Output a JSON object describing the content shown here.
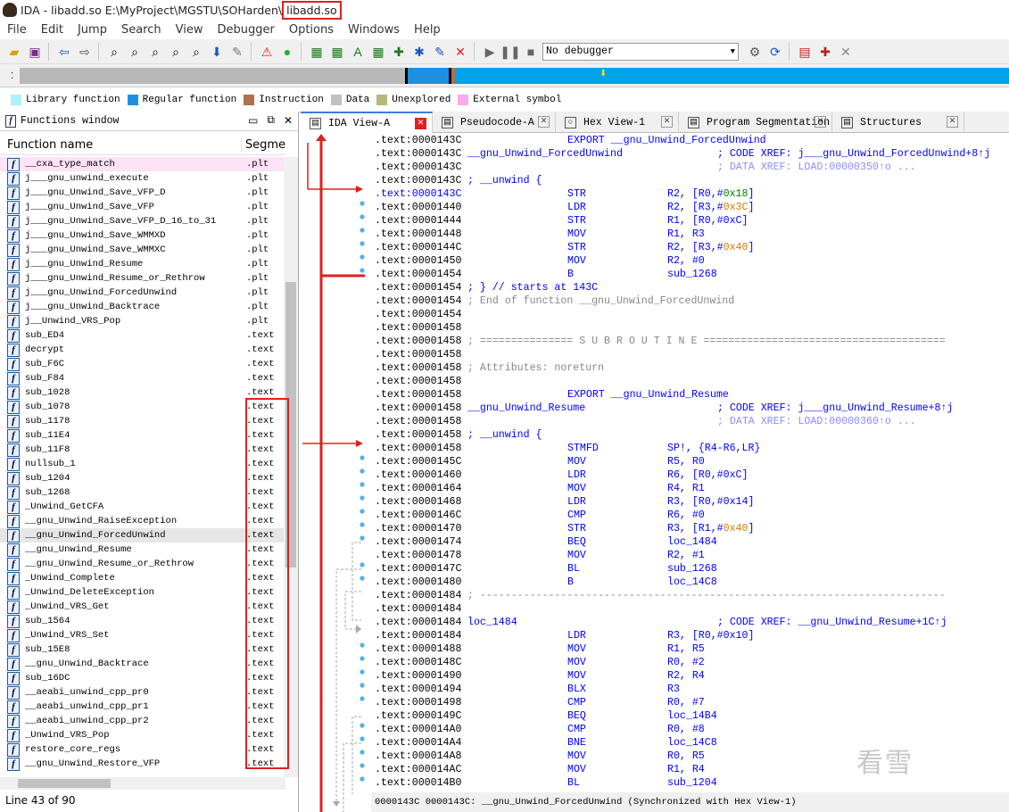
{
  "window": {
    "app": "IDA",
    "file": "libadd.so",
    "path": "E:\\MyProject\\MGSTU\\SOHarden\\",
    "path_file": "libadd.so"
  },
  "menu": [
    "File",
    "Edit",
    "Jump",
    "Search",
    "View",
    "Debugger",
    "Options",
    "Windows",
    "Help"
  ],
  "toolbar": {
    "debugger": "No debugger"
  },
  "legend": [
    {
      "label": "Library function",
      "color": "#aef0ff"
    },
    {
      "label": "Regular function",
      "color": "#1e90e0"
    },
    {
      "label": "Instruction",
      "color": "#b07050"
    },
    {
      "label": "Data",
      "color": "#c0c0c0"
    },
    {
      "label": "Unexplored",
      "color": "#b8b87a"
    },
    {
      "label": "External symbol",
      "color": "#ffa8f0"
    }
  ],
  "functions_window": {
    "title": "Functions window",
    "col_name": "Function name",
    "col_seg": "Segme",
    "status": "Line 43 of 90",
    "rows": [
      {
        "name": "__cxa_type_match",
        "seg": ".plt",
        "ext": true
      },
      {
        "name": "j___gnu_unwind_execute",
        "seg": ".plt"
      },
      {
        "name": "j___gnu_Unwind_Save_VFP_D",
        "seg": ".plt"
      },
      {
        "name": "j___gnu_Unwind_Save_VFP",
        "seg": ".plt"
      },
      {
        "name": "j___gnu_Unwind_Save_VFP_D_16_to_31",
        "seg": ".plt"
      },
      {
        "name": "j___gnu_Unwind_Save_WMMXD",
        "seg": ".plt"
      },
      {
        "name": "j___gnu_Unwind_Save_WMMXC",
        "seg": ".plt"
      },
      {
        "name": "j___gnu_Unwind_Resume",
        "seg": ".plt"
      },
      {
        "name": "j___gnu_Unwind_Resume_or_Rethrow",
        "seg": ".plt"
      },
      {
        "name": "j___gnu_Unwind_ForcedUnwind",
        "seg": ".plt"
      },
      {
        "name": "j___gnu_Unwind_Backtrace",
        "seg": ".plt"
      },
      {
        "name": "j__Unwind_VRS_Pop",
        "seg": ".plt"
      },
      {
        "name": "sub_ED4",
        "seg": ".text"
      },
      {
        "name": "decrypt",
        "seg": ".text"
      },
      {
        "name": "sub_F6C",
        "seg": ".text"
      },
      {
        "name": "sub_F84",
        "seg": ".text"
      },
      {
        "name": "sub_1028",
        "seg": ".text"
      },
      {
        "name": "sub_1078",
        "seg": ".text"
      },
      {
        "name": "sub_1178",
        "seg": ".text"
      },
      {
        "name": "sub_11E4",
        "seg": ".text"
      },
      {
        "name": "sub_11F8",
        "seg": ".text"
      },
      {
        "name": "nullsub_1",
        "seg": ".text"
      },
      {
        "name": "sub_1204",
        "seg": ".text"
      },
      {
        "name": "sub_1268",
        "seg": ".text"
      },
      {
        "name": "_Unwind_GetCFA",
        "seg": ".text"
      },
      {
        "name": "__gnu_Unwind_RaiseException",
        "seg": ".text"
      },
      {
        "name": "__gnu_Unwind_ForcedUnwind",
        "seg": ".text",
        "sel": true
      },
      {
        "name": "__gnu_Unwind_Resume",
        "seg": ".text"
      },
      {
        "name": "__gnu_Unwind_Resume_or_Rethrow",
        "seg": ".text"
      },
      {
        "name": "_Unwind_Complete",
        "seg": ".text"
      },
      {
        "name": "_Unwind_DeleteException",
        "seg": ".text"
      },
      {
        "name": "_Unwind_VRS_Get",
        "seg": ".text"
      },
      {
        "name": "sub_1564",
        "seg": ".text"
      },
      {
        "name": "_Unwind_VRS_Set",
        "seg": ".text"
      },
      {
        "name": "sub_15E8",
        "seg": ".text"
      },
      {
        "name": "__gnu_Unwind_Backtrace",
        "seg": ".text"
      },
      {
        "name": "sub_16DC",
        "seg": ".text"
      },
      {
        "name": "__aeabi_unwind_cpp_pr0",
        "seg": ".text"
      },
      {
        "name": "__aeabi_unwind_cpp_pr1",
        "seg": ".text"
      },
      {
        "name": "__aeabi_unwind_cpp_pr2",
        "seg": ".text"
      },
      {
        "name": "_Unwind_VRS_Pop",
        "seg": ".text"
      },
      {
        "name": "restore_core_regs",
        "seg": ".text"
      },
      {
        "name": "__gnu_Unwind_Restore_VFP",
        "seg": ".text"
      }
    ]
  },
  "tabs": [
    {
      "label": "IDA View-A",
      "icon": "text-view-icon",
      "active": true
    },
    {
      "label": "Pseudocode-A",
      "icon": "pseudocode-icon"
    },
    {
      "label": "Hex View-1",
      "icon": "hex-icon"
    },
    {
      "label": "Program Segmentation",
      "icon": "segment-icon"
    },
    {
      "label": "Structures",
      "icon": "struct-icon"
    }
  ],
  "disasm": [
    {
      "a": ".text:0000143C",
      "mn": "EXPORT __gnu_Unwind_ForcedUnwind"
    },
    {
      "a": ".text:0000143C",
      "lbl": "__gnu_Unwind_ForcedUnwind",
      "cm": "; CODE XREF: j___gnu_Unwind_ForcedUnwind+8↑j"
    },
    {
      "a": ".text:0000143C",
      "cmg": "; DATA XREF: LOAD:00000350↑o ..."
    },
    {
      "a": ".text:0000143C",
      "txt": "; __unwind {"
    },
    {
      "a": ".text:0000143C",
      "ab": true,
      "mn": "STR",
      "op": [
        [
          "n",
          "R2, [R0,#"
        ],
        [
          "h",
          "0x18"
        ],
        [
          "n",
          "]"
        ]
      ]
    },
    {
      "a": ".text:00001440",
      "mn": "LDR",
      "op": [
        [
          "n",
          "R2, [R3,#"
        ],
        [
          "o",
          "0x3C"
        ],
        [
          "n",
          "]"
        ]
      ]
    },
    {
      "a": ".text:00001444",
      "mn": "STR",
      "op": [
        [
          "n",
          "R1, [R0,#0xC]"
        ]
      ]
    },
    {
      "a": ".text:00001448",
      "mn": "MOV",
      "op": [
        [
          "n",
          "R1, R3"
        ]
      ]
    },
    {
      "a": ".text:0000144C",
      "mn": "STR",
      "op": [
        [
          "n",
          "R2, [R3,#"
        ],
        [
          "o",
          "0x40"
        ],
        [
          "n",
          "]"
        ]
      ]
    },
    {
      "a": ".text:00001450",
      "mn": "MOV",
      "op": [
        [
          "n",
          "R2, #0"
        ]
      ]
    },
    {
      "a": ".text:00001454",
      "mn": "B",
      "op": [
        [
          "n",
          "sub_1268"
        ]
      ]
    },
    {
      "a": ".text:00001454",
      "txt": "; } // starts at 143C"
    },
    {
      "a": ".text:00001454",
      "gray": "; End of function __gnu_Unwind_ForcedUnwind"
    },
    {
      "a": ".text:00001454"
    },
    {
      "a": ".text:00001458"
    },
    {
      "a": ".text:00001458",
      "gray": "; =============== S U B R O U T I N E ======================================="
    },
    {
      "a": ".text:00001458"
    },
    {
      "a": ".text:00001458",
      "gray": "; Attributes: noreturn"
    },
    {
      "a": ".text:00001458"
    },
    {
      "a": ".text:00001458",
      "mn": "EXPORT __gnu_Unwind_Resume"
    },
    {
      "a": ".text:00001458",
      "lbl": "__gnu_Unwind_Resume",
      "cm": "; CODE XREF: j___gnu_Unwind_Resume+8↑j"
    },
    {
      "a": ".text:00001458",
      "cmg": "; DATA XREF: LOAD:00000360↑o ..."
    },
    {
      "a": ".text:00001458",
      "txt": "; __unwind {"
    },
    {
      "a": ".text:00001458",
      "mn": "STMFD",
      "op": [
        [
          "n",
          "SP!, {R4-R6,LR}"
        ]
      ]
    },
    {
      "a": ".text:0000145C",
      "mn": "MOV",
      "op": [
        [
          "n",
          "R5, R0"
        ]
      ]
    },
    {
      "a": ".text:00001460",
      "mn": "LDR",
      "op": [
        [
          "n",
          "R6, [R0,#0xC]"
        ]
      ]
    },
    {
      "a": ".text:00001464",
      "mn": "MOV",
      "op": [
        [
          "n",
          "R4, R1"
        ]
      ]
    },
    {
      "a": ".text:00001468",
      "mn": "LDR",
      "op": [
        [
          "n",
          "R3, [R0,#0x14]"
        ]
      ]
    },
    {
      "a": ".text:0000146C",
      "mn": "CMP",
      "op": [
        [
          "n",
          "R6, #0"
        ]
      ]
    },
    {
      "a": ".text:00001470",
      "mn": "STR",
      "op": [
        [
          "n",
          "R3, [R1,#"
        ],
        [
          "o",
          "0x40"
        ],
        [
          "n",
          "]"
        ]
      ]
    },
    {
      "a": ".text:00001474",
      "mn": "BEQ",
      "op": [
        [
          "n",
          "loc_1484"
        ]
      ]
    },
    {
      "a": ".text:00001478",
      "mn": "MOV",
      "op": [
        [
          "n",
          "R2, #1"
        ]
      ]
    },
    {
      "a": ".text:0000147C",
      "mn": "BL",
      "op": [
        [
          "n",
          "sub_1268"
        ]
      ]
    },
    {
      "a": ".text:00001480",
      "mn": "B",
      "op": [
        [
          "n",
          "loc_14C8"
        ]
      ]
    },
    {
      "a": ".text:00001484",
      "gray": "; ---------------------------------------------------------------------------"
    },
    {
      "a": ".text:00001484"
    },
    {
      "a": ".text:00001484",
      "lbl": "loc_1484",
      "cm": "; CODE XREF: __gnu_Unwind_Resume+1C↑j"
    },
    {
      "a": ".text:00001484",
      "mn": "LDR",
      "op": [
        [
          "n",
          "R3, [R0,#0x10]"
        ]
      ]
    },
    {
      "a": ".text:00001488",
      "mn": "MOV",
      "op": [
        [
          "n",
          "R1, R5"
        ]
      ]
    },
    {
      "a": ".text:0000148C",
      "mn": "MOV",
      "op": [
        [
          "n",
          "R0, #2"
        ]
      ]
    },
    {
      "a": ".text:00001490",
      "mn": "MOV",
      "op": [
        [
          "n",
          "R2, R4"
        ]
      ]
    },
    {
      "a": ".text:00001494",
      "mn": "BLX",
      "op": [
        [
          "n",
          "R3"
        ]
      ]
    },
    {
      "a": ".text:00001498",
      "mn": "CMP",
      "op": [
        [
          "n",
          "R0, #7"
        ]
      ]
    },
    {
      "a": ".text:0000149C",
      "mn": "BEQ",
      "op": [
        [
          "n",
          "loc_14B4"
        ]
      ]
    },
    {
      "a": ".text:000014A0",
      "mn": "CMP",
      "op": [
        [
          "n",
          "R0, #8"
        ]
      ]
    },
    {
      "a": ".text:000014A4",
      "mn": "BNE",
      "op": [
        [
          "n",
          "loc_14C8"
        ]
      ]
    },
    {
      "a": ".text:000014A8",
      "mn": "MOV",
      "op": [
        [
          "n",
          "R0, R5"
        ]
      ]
    },
    {
      "a": ".text:000014AC",
      "mn": "MOV",
      "op": [
        [
          "n",
          "R1, R4"
        ]
      ]
    },
    {
      "a": ".text:000014B0",
      "mn": "BL",
      "op": [
        [
          "n",
          "sub_1204"
        ]
      ]
    }
  ],
  "disasm_status": "0000143C 0000143C: __gnu_Unwind_ForcedUnwind (Synchronized with Hex View-1)",
  "watermark": "看雪"
}
